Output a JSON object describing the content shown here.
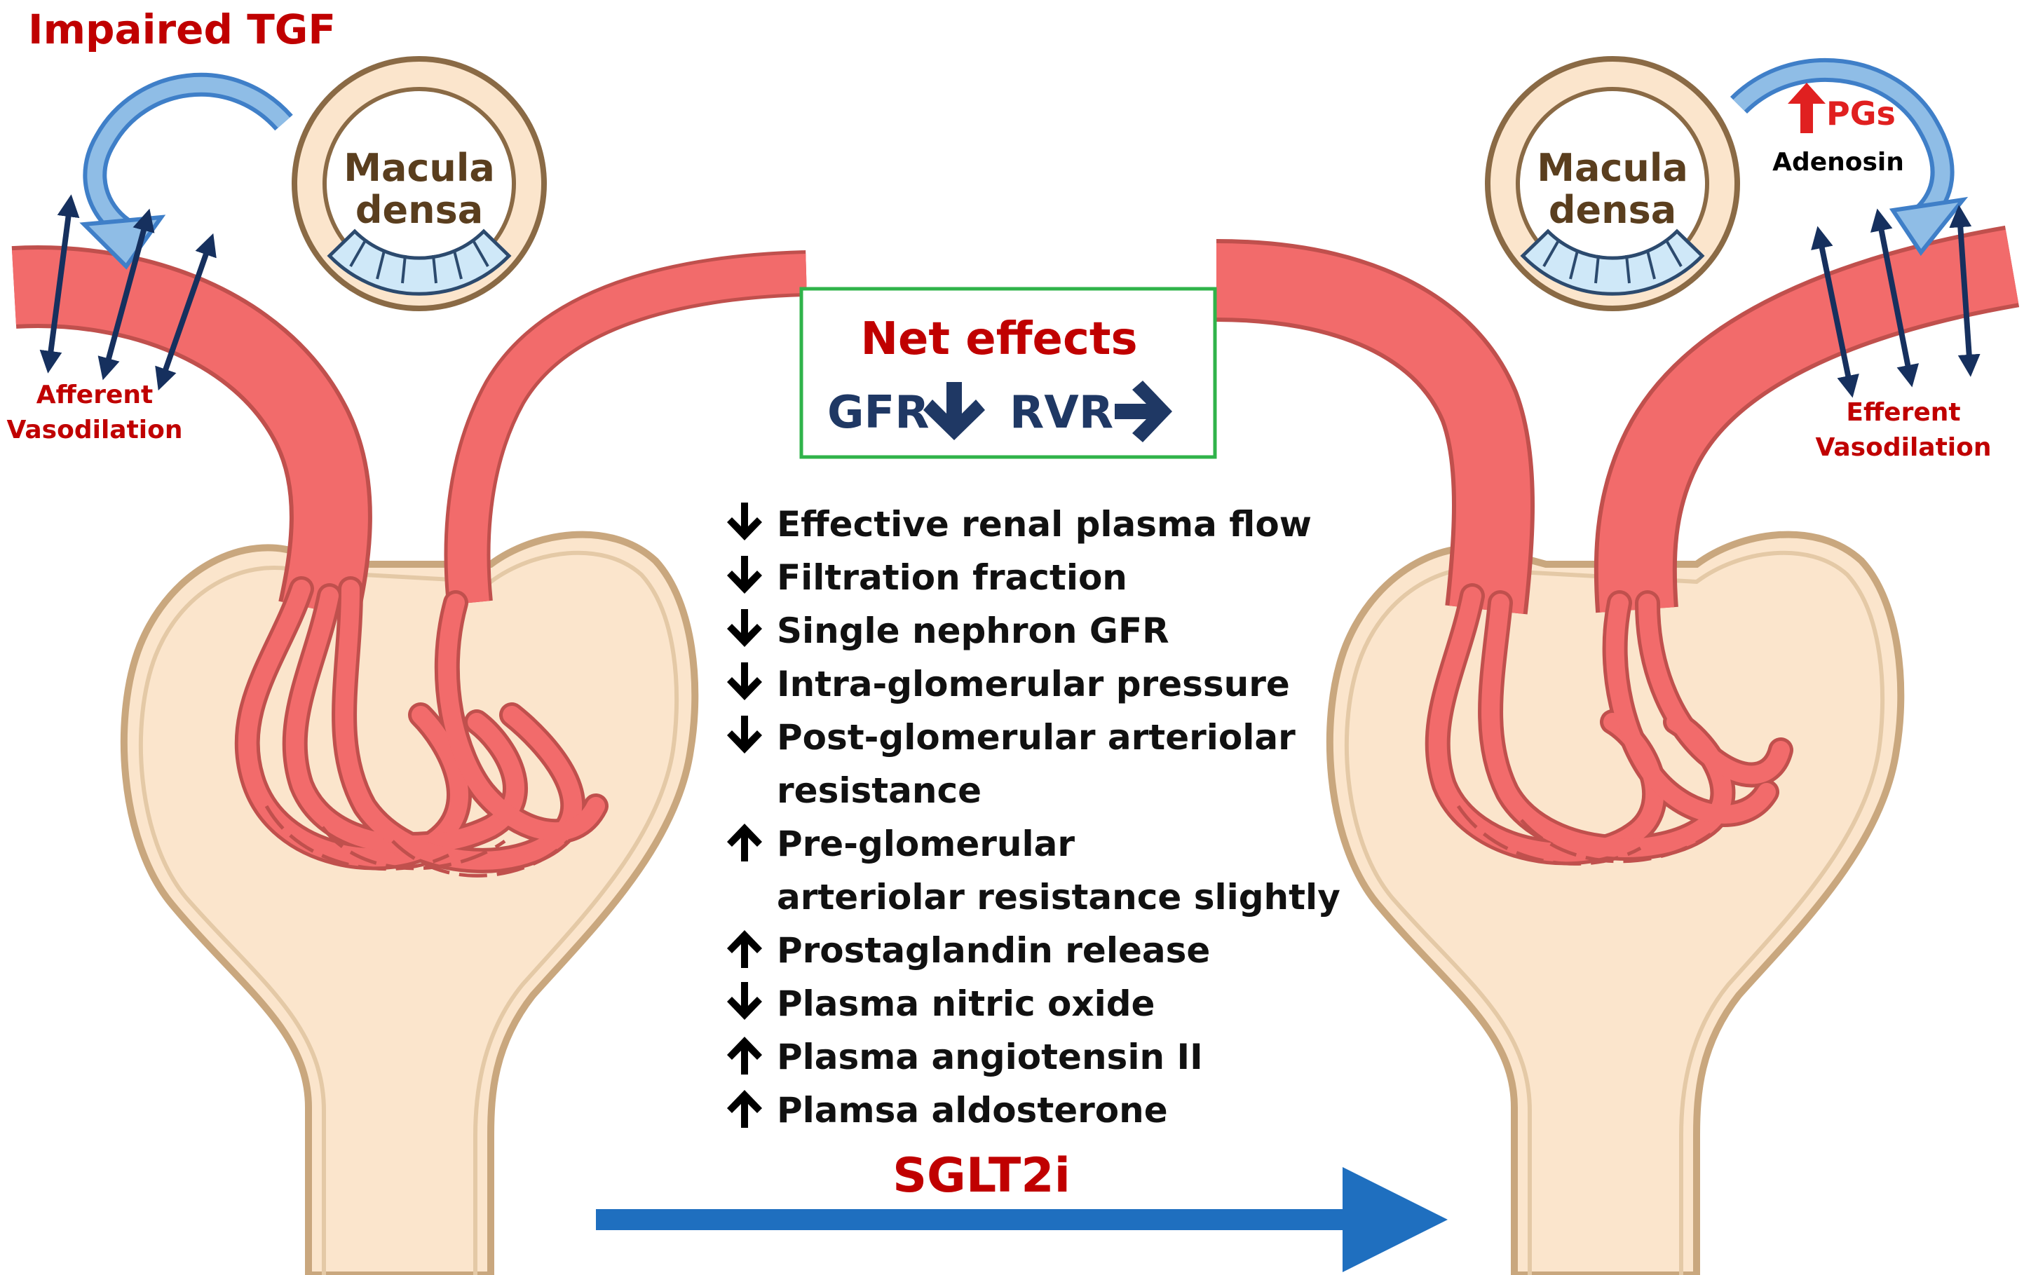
{
  "left": {
    "title": "Impaired TGF",
    "macula_line1": "Macula",
    "macula_line2": "densa",
    "label_line1": "Afferent",
    "label_line2": "Vasodilation"
  },
  "right": {
    "macula_line1": "Macula",
    "macula_line2": "densa",
    "pgs": "PGs",
    "adenosin": "Adenosin",
    "label_line1": "Efferent",
    "label_line2": "Vasodilation"
  },
  "net_effects": {
    "title": "Net effects",
    "gfr": "GFR",
    "rvr": "RVR"
  },
  "effects": [
    {
      "dir": "down",
      "lines": [
        "Effective renal plasma flow"
      ]
    },
    {
      "dir": "down",
      "lines": [
        "Filtration  fraction"
      ]
    },
    {
      "dir": "down",
      "lines": [
        "Single nephron  GFR"
      ]
    },
    {
      "dir": "down",
      "lines": [
        "Intra-glomerular pressure"
      ]
    },
    {
      "dir": "down",
      "lines": [
        "Post-glomerular arteriolar",
        "resistance"
      ]
    },
    {
      "dir": "up",
      "lines": [
        "Pre-glomerular",
        "arteriolar resistance slightly"
      ]
    },
    {
      "dir": "up",
      "lines": [
        "Prostaglandin  release"
      ]
    },
    {
      "dir": "down",
      "lines": [
        "Plasma nitric oxide"
      ]
    },
    {
      "dir": "up",
      "lines": [
        "Plasma angiotensin II"
      ]
    },
    {
      "dir": "up",
      "lines": [
        "Plamsa aldosterone"
      ]
    }
  ],
  "drug": "SGLT2i",
  "colors": {
    "red_text": "#c00000",
    "navy": "#1f3864",
    "vessel": "#f26b6b",
    "vessel_edge": "#c0504d",
    "capsule_fill": "#fbe5cc",
    "capsule_edge": "#c9a77e",
    "cell_fill": "#cfe8f8",
    "box_border": "#2fb34a",
    "blue_arrow": "#1f6fbf"
  }
}
